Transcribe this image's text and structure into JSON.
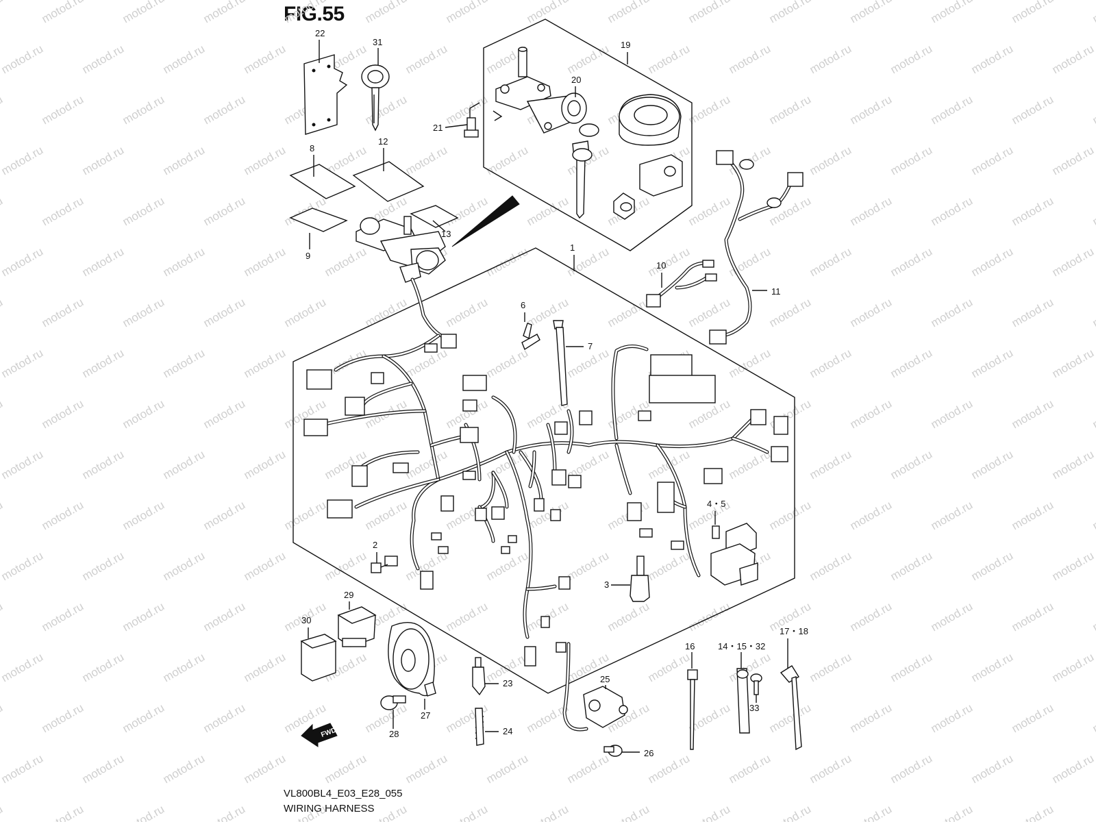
{
  "figure": {
    "title": "FIG.55",
    "code": "VL800BL4_E03_E28_055",
    "name": "WIRING HARNESS",
    "fwd_label": "FWD"
  },
  "watermark": {
    "text": "motod.ru"
  },
  "callouts": [
    {
      "id": "c22",
      "label": "22"
    },
    {
      "id": "c31",
      "label": "31"
    },
    {
      "id": "c19",
      "label": "19"
    },
    {
      "id": "c20",
      "label": "20"
    },
    {
      "id": "c21",
      "label": "21"
    },
    {
      "id": "c8",
      "label": "8"
    },
    {
      "id": "c12",
      "label": "12"
    },
    {
      "id": "c9",
      "label": "9"
    },
    {
      "id": "c13",
      "label": "13"
    },
    {
      "id": "c1",
      "label": "1"
    },
    {
      "id": "c10",
      "label": "10"
    },
    {
      "id": "c11",
      "label": "11"
    },
    {
      "id": "c6",
      "label": "6"
    },
    {
      "id": "c7",
      "label": "7"
    },
    {
      "id": "c45",
      "label": "4・5"
    },
    {
      "id": "c2",
      "label": "2"
    },
    {
      "id": "c3",
      "label": "3"
    },
    {
      "id": "c29",
      "label": "29"
    },
    {
      "id": "c30",
      "label": "30"
    },
    {
      "id": "c27",
      "label": "27"
    },
    {
      "id": "c28",
      "label": "28"
    },
    {
      "id": "c23",
      "label": "23"
    },
    {
      "id": "c24",
      "label": "24"
    },
    {
      "id": "c25",
      "label": "25"
    },
    {
      "id": "c26",
      "label": "26"
    },
    {
      "id": "c16",
      "label": "16"
    },
    {
      "id": "c141532",
      "label": "14・15・32"
    },
    {
      "id": "c33",
      "label": "33"
    },
    {
      "id": "c1718",
      "label": "17・18"
    }
  ]
}
